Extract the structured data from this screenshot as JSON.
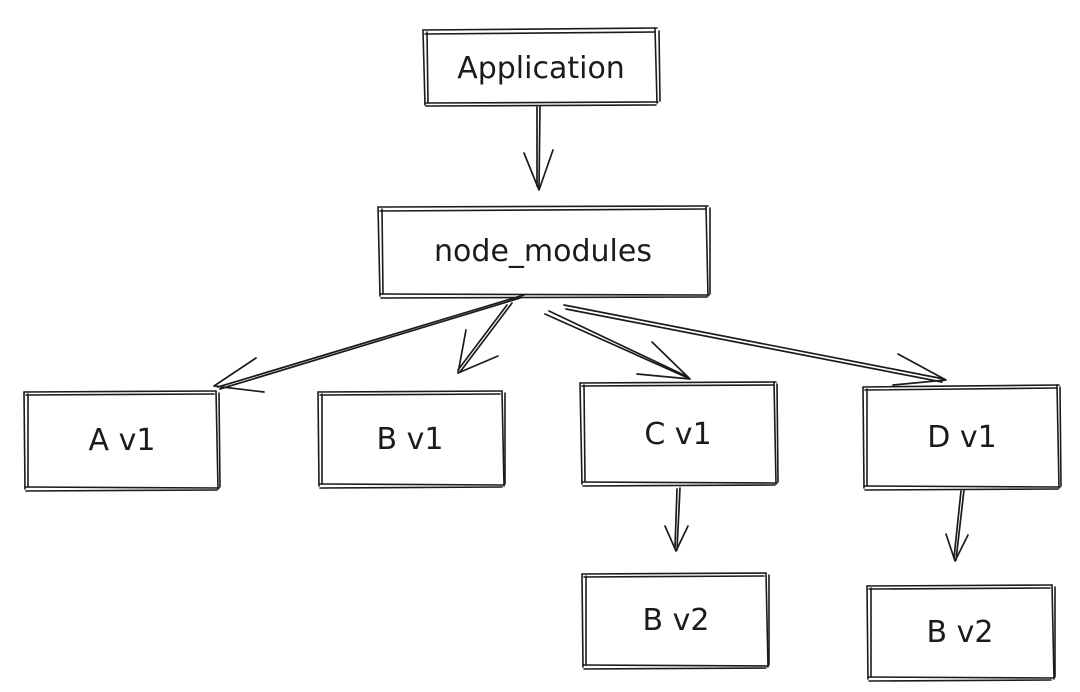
{
  "nodes": {
    "application": "Application",
    "node_modules": "node_modules",
    "a_v1": "A v1",
    "b_v1": "B v1",
    "c_v1": "C v1",
    "d_v1": "D v1",
    "b_v2_under_c": "B v2",
    "b_v2_under_d": "B v2"
  },
  "edges": [
    {
      "from": "Application",
      "to": "node_modules"
    },
    {
      "from": "node_modules",
      "to": "A v1"
    },
    {
      "from": "node_modules",
      "to": "B v1"
    },
    {
      "from": "node_modules",
      "to": "C v1"
    },
    {
      "from": "node_modules",
      "to": "D v1"
    },
    {
      "from": "C v1",
      "to": "B v2"
    },
    {
      "from": "D v1",
      "to": "B v2"
    }
  ],
  "colors": {
    "ink": "#1b1b1b",
    "background": "#ffffff"
  }
}
